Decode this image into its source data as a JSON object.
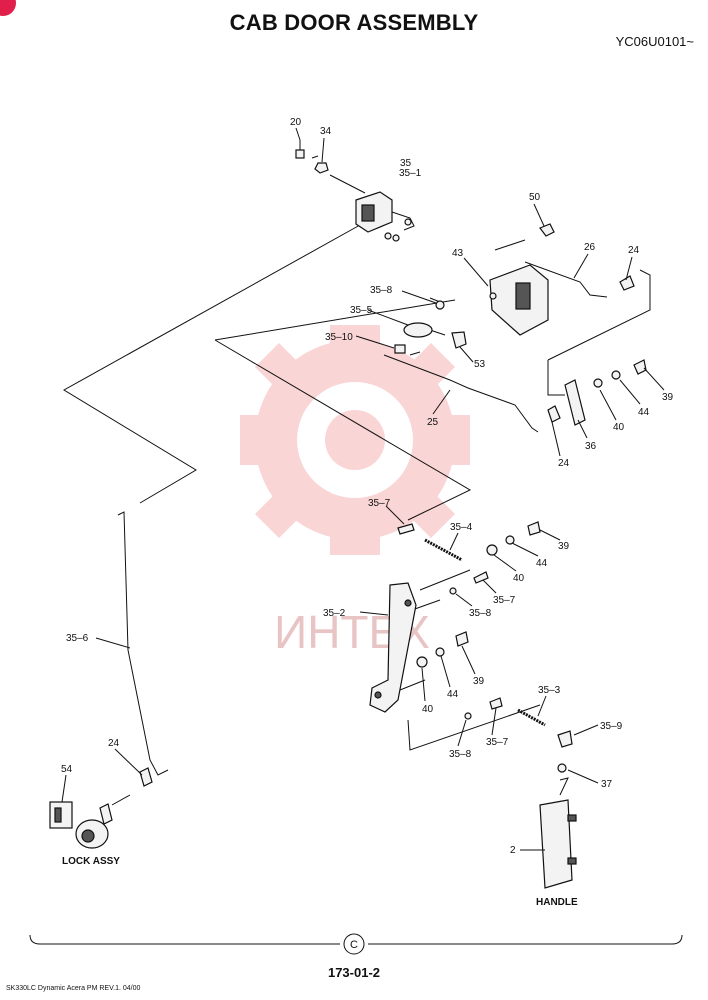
{
  "header": {
    "title": "CAB DOOR ASSEMBLY",
    "model_code": "YC06U0101~"
  },
  "parts": {
    "p20": "20",
    "p34": "34",
    "p35": "35",
    "p35_1": "35–1",
    "p50": "50",
    "p26": "26",
    "p24_top": "24",
    "p43": "43",
    "p35_8_a": "35–8",
    "p35_5": "35–5",
    "p35_10": "35–10",
    "p53": "53",
    "p25": "25",
    "p39_a": "39",
    "p44_a": "44",
    "p40_a": "40",
    "p36": "36",
    "p24_mid": "24",
    "p35_7_a": "35–7",
    "p35_4": "35–4",
    "p39_b": "39",
    "p44_b": "44",
    "p40_b": "40",
    "p35_7_b": "35–7",
    "p35_8_b": "35–8",
    "p35_2": "35–2",
    "p39_c": "39",
    "p44_c": "44",
    "p40_c": "40",
    "p35_6": "35–6",
    "p35_3": "35–3",
    "p35_9": "35–9",
    "p35_7_c": "35–7",
    "p35_8_c": "35–8",
    "p24_low": "24",
    "p54": "54",
    "p37": "37",
    "p2": "2"
  },
  "captions": {
    "lock": "LOCK ASSY",
    "handle": "HANDLE"
  },
  "footer": {
    "copyright_symbol": "C",
    "page_number": "173-01-2",
    "revision": "SK330LC Dynamic Acera PM REV.1. 04/00"
  },
  "watermark": {
    "text": "ИНТЕХ",
    "color": "#f5b0b0"
  }
}
